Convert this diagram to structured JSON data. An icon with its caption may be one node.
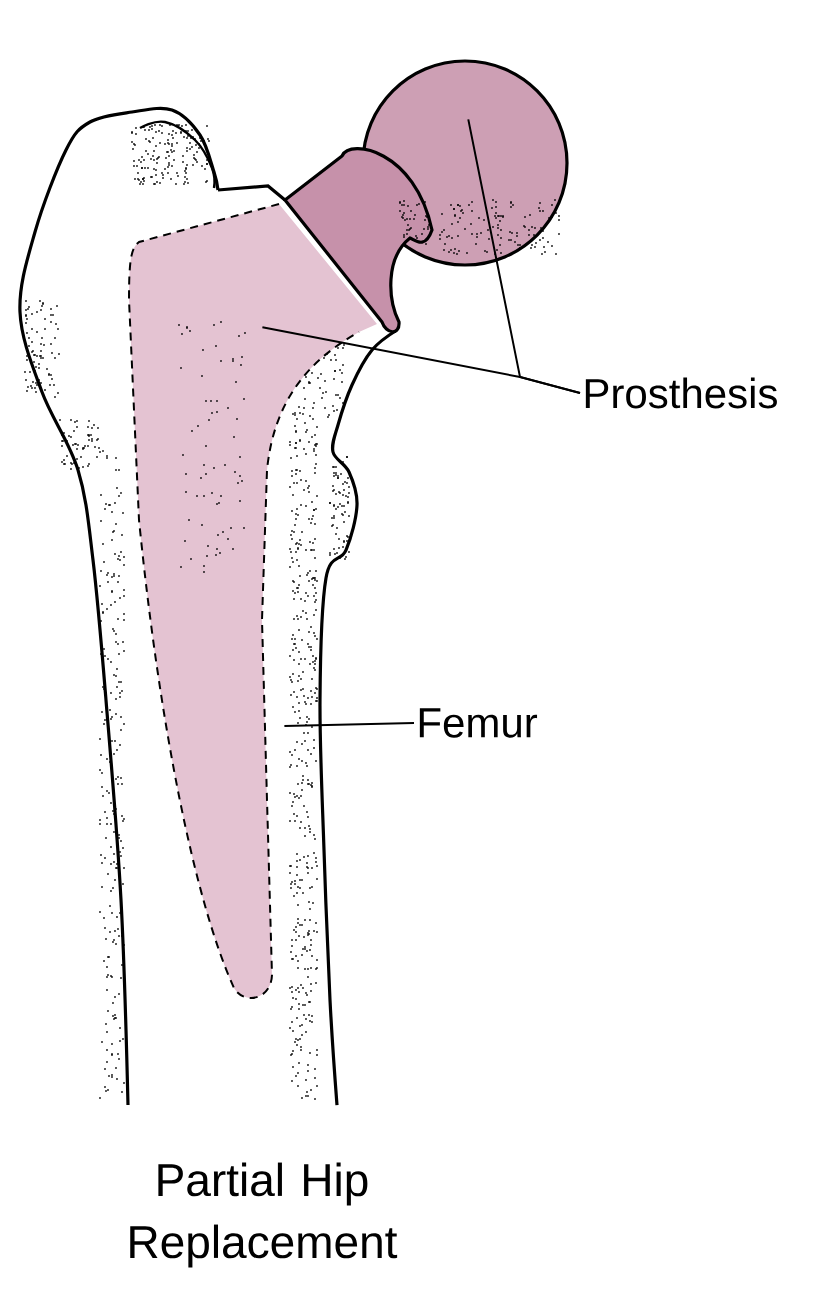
{
  "diagram": {
    "caption": "Partial Hip Replacement",
    "nodes": [
      {
        "text": [
          "Prosthesis"
        ]
      },
      {
        "text": [],
        "shape": "picture"
      },
      {
        "text": [],
        "shape": "picture",
        "in": 4
      },
      {
        "text": [
          "Femur"
        ]
      },
      {
        "text": [],
        "shape": "picture"
      }
    ],
    "edges": [
      {
        "from": 0,
        "to": 1,
        "arrow": "none"
      },
      {
        "from": 0,
        "to": 2,
        "arrow": "none"
      },
      {
        "from": 3,
        "to": 4,
        "arrow": "none"
      }
    ]
  }
}
